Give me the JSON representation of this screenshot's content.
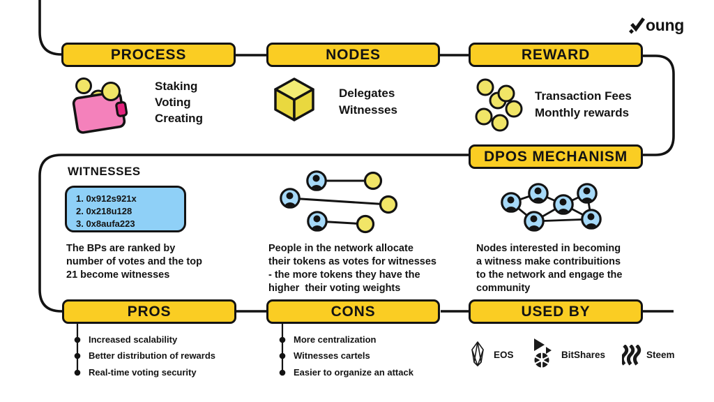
{
  "colors": {
    "yellow": "#FACD23",
    "coin": "#F1E567",
    "cube_top": "#F3EC74",
    "cube_side": "#E9D83F",
    "blue": "#A6D9F8",
    "panel_blue": "#8FD0F7",
    "pink": "#F481BB",
    "pink_dark": "#E3247E",
    "ink": "#131313",
    "logo_dark": "#1A1A1A"
  },
  "logo": {
    "full_name": "Young",
    "text": "oung"
  },
  "flow": {
    "process": {
      "label": "PROCESS",
      "items": [
        "Staking",
        "Voting",
        "Creating"
      ]
    },
    "nodes": {
      "label": "NODES",
      "items": [
        "Delegates",
        "Witnesses"
      ]
    },
    "reward": {
      "label": "REWARD",
      "items": [
        "Transaction Fees",
        "Monthly rewards"
      ]
    },
    "dpos": {
      "label": "DPOS MECHANISM"
    }
  },
  "witnesses": {
    "heading": "WITNESSES",
    "ranking": [
      "1. 0x912s921x",
      "2. 0x218u128",
      "3. 0x8aufa223"
    ],
    "description_lines": [
      "The BPs are ranked by",
      "number of votes and the top",
      "21 become witnesses"
    ]
  },
  "voting": {
    "description_lines": [
      "People in the network allocate",
      "their tokens as votes for witnesses",
      "- the more tokens they have the",
      "higher  their voting weights"
    ]
  },
  "contribution": {
    "description_lines": [
      "Nodes interested in becoming",
      "a witness make contribuitions",
      "to the network and engage the",
      "community"
    ]
  },
  "pros": {
    "label": "PROS",
    "items": [
      "Increased scalability",
      "Better distribution of rewards",
      "Real-time voting security"
    ]
  },
  "cons": {
    "label": "CONS",
    "items": [
      "More centralization",
      "Witnesses cartels",
      "Easier to organize an attack"
    ]
  },
  "used_by": {
    "label": "USED BY",
    "logos": [
      {
        "name": "EOS",
        "icon": "eos-logo"
      },
      {
        "name": "BitShares",
        "icon": "bitshares-logo"
      },
      {
        "name": "Steem",
        "icon": "steem-logo"
      }
    ]
  },
  "icons": {
    "wallet": "wallet-icon",
    "cube": "cube-icon",
    "coins": "coins-icon",
    "person": "person-node-icon",
    "token": "token-circle-icon",
    "young_mark": "young-checkmark-icon"
  }
}
